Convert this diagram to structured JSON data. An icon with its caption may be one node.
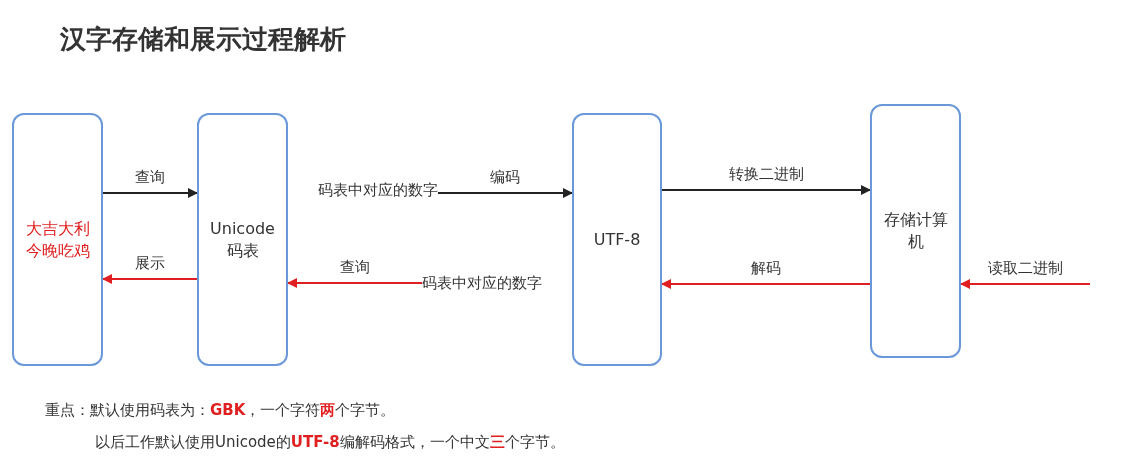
{
  "diagram": {
    "title": "汉字存储和展示过程解析",
    "nodes": [
      {
        "text": [
          "大吉大利今晚吃鸡"
        ]
      },
      {
        "text": [
          "Unicode码表"
        ]
      },
      {
        "text": [
          "UTF-8"
        ]
      },
      {
        "text": [
          "存储计算机"
        ]
      },
      {
        "text": [
          "码表中对应的数字"
        ]
      },
      {
        "text": [
          "码表中对应的数字"
        ]
      }
    ],
    "edges": [
      {
        "from": 0,
        "to": 1,
        "arrow": "to",
        "label": "查询",
        "color": "#222222"
      },
      {
        "from": 1,
        "to": 0,
        "arrow": "to",
        "label": "展示"
      },
      {
        "from": 4,
        "to": 2,
        "arrow": "to",
        "label": "编码",
        "color": "#222222"
      },
      {
        "from": 5,
        "to": 1,
        "arrow": "to",
        "label": "查询"
      },
      {
        "from": 2,
        "to": 3,
        "arrow": "to",
        "label": "转换二进制",
        "color": "#222222"
      },
      {
        "from": 3,
        "to": 2,
        "arrow": "to",
        "label": "解码"
      },
      {
        "from": null,
        "to": 3,
        "arrow": "to",
        "label": "读取二进制"
      }
    ],
    "labels": [
      "重点：默认使用码表为：**GBK**，一个字符**两**个字节。",
      "以后工作默认使用Unicode的**UTF-8**编解码格式，一个中文**三**个字节。"
    ]
  }
}
